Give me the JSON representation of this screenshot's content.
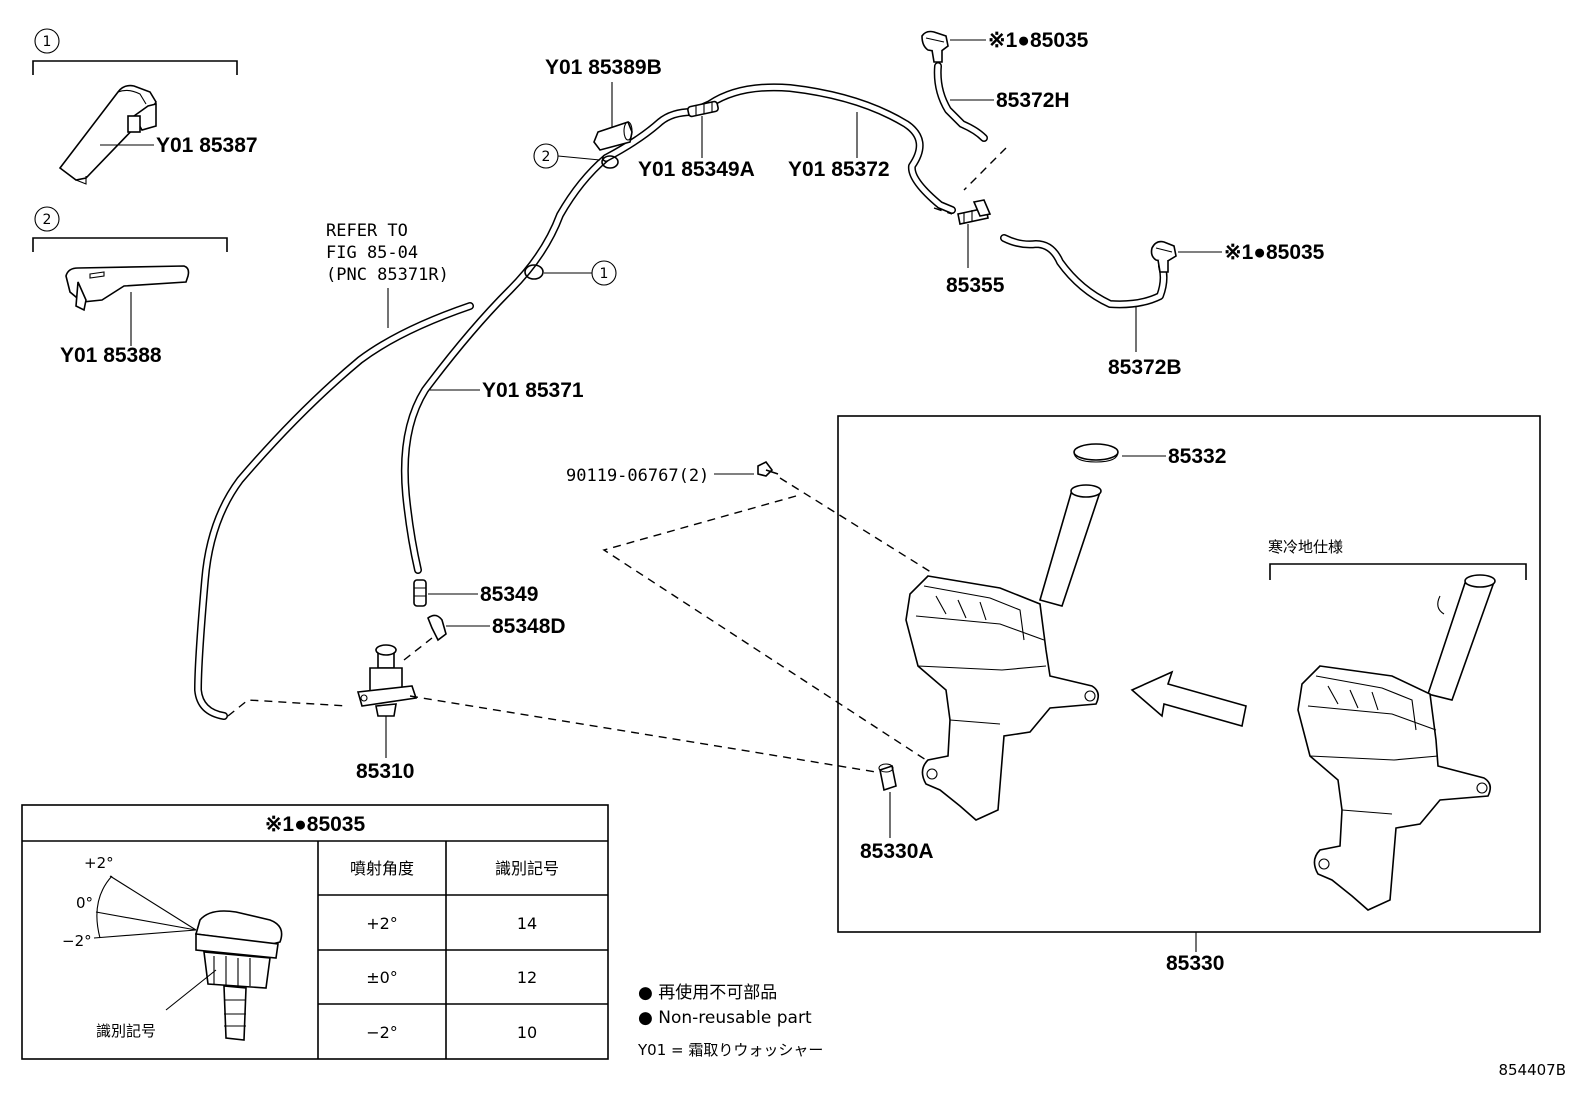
{
  "labels": {
    "p85387": "Y01 85387",
    "p85388": "Y01 85388",
    "p85389b": "Y01 85389B",
    "p85349a": "Y01 85349A",
    "p85372": "Y01 85372",
    "p85035_top": "※1●85035",
    "p85372h": "85372H",
    "p85355": "85355",
    "p85035_right": "※1●85035",
    "p85372b": "85372B",
    "refer1": "REFER TO",
    "refer2": "FIG 85-04",
    "refer3": "(PNC 85371R)",
    "p85371": "Y01 85371",
    "p90119": "90119-06767(2)",
    "p85349": "85349",
    "p85348d": "85348D",
    "p85310": "85310",
    "p85332": "85332",
    "p85330a": "85330A",
    "p85330": "85330",
    "cold_spec": "寒冷地仕様",
    "circle1": "1",
    "circle2": "2"
  },
  "nozzle_table": {
    "title": "※1●85035",
    "angle_plus": "+2°",
    "angle_zero": "0°",
    "angle_minus": "−2°",
    "id_mark_label": "識別記号",
    "headers": [
      "噴射角度",
      "識別記号"
    ],
    "rows": [
      [
        "+2°",
        "14"
      ],
      [
        "±0°",
        "12"
      ],
      [
        "−2°",
        "10"
      ]
    ]
  },
  "legend": {
    "line1": "● 再使用不可部品",
    "line2": "● Non-reusable part",
    "line3": "Y01 = 霜取りウォッシャー"
  },
  "figure_code": "854407B"
}
